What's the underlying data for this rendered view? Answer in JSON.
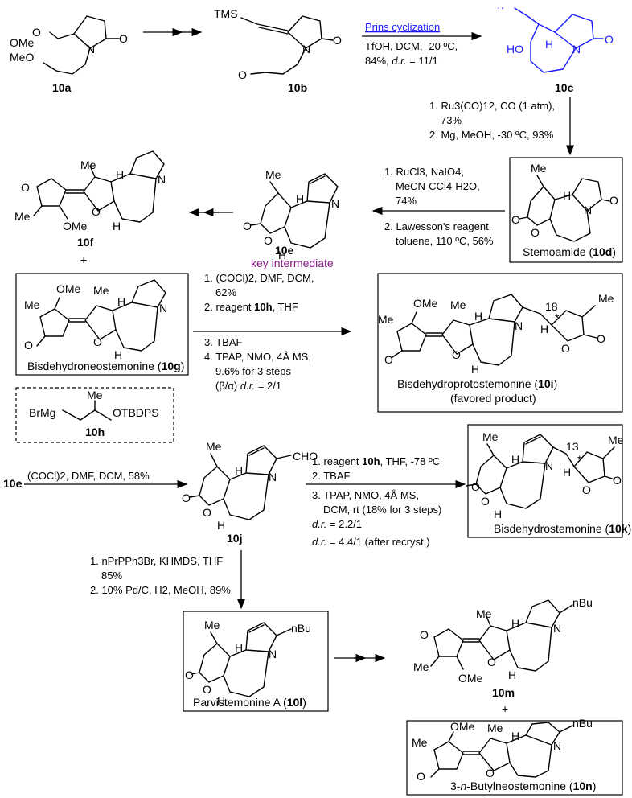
{
  "compounds": {
    "c10a": "10a",
    "c10b": "10b",
    "c10c": "10c",
    "c10d": "10d",
    "c10e": "10e",
    "c10e_note": "key intermediate",
    "c10f": "10f",
    "c10g": "10g",
    "c10h": "10h",
    "c10i": "10i",
    "c10j": "10j",
    "c10k": "10k",
    "c10l": "10l",
    "c10m": "10m",
    "c10n": "10n",
    "stemoamide": "Stemoamide",
    "bisdehydroneostemonine": "Bisdehydroneostemonine",
    "bisdehydroprotostemonine": "Bisdehydroprotostemonine",
    "favored": "(favored product)",
    "bisdehydrostemonine": "Bisdehydrostemonine",
    "parvistemonine": "Parvistemonine A",
    "butylneostemonine_pre": "3-",
    "butylneostemonine_n": "n",
    "butylneostemonine_post": "-Butylneostemonine"
  },
  "atoms": {
    "O": "O",
    "N": "N",
    "H": "H",
    "OMe": "OMe",
    "MeO": "MeO",
    "Me": "Me",
    "TMS": "TMS",
    "HO": "HO",
    "nBu": "nBu",
    "CHO": "CHO",
    "BrMg": "BrMg",
    "OTBDPS": "OTBDPS",
    "c18": "18",
    "c13": "13",
    "star": "*"
  },
  "steps": {
    "s1_title": "Prins cyclization",
    "s1_l1": "TfOH, DCM, -20 ºC,",
    "s1_l2a": "84%, ",
    "s1_l2b": "d.r.",
    "s1_l2c": " = 11/1",
    "s2_l1": "1. Ru3(CO)12, CO (1 atm),",
    "s2_l2": "73%",
    "s2_l3": "2. Mg, MeOH, -30 ºC, 93%",
    "s3_l1": "1. RuCl3, NaIO4,",
    "s3_l2": "MeCN-CCl4-H2O,",
    "s3_l3": "74%",
    "s3_l4": "2. Lawesson's reagent,",
    "s3_l5": "toluene, 110 ºC, 56%",
    "s4_l1": "1. (COCl)2, DMF, DCM,",
    "s4_l2": "62%",
    "s4_l3a": "2. reagent ",
    "s4_l3b": "10h",
    "s4_l3c": ", THF",
    "s4_l4": "3. TBAF",
    "s4_l5": "4. TPAP, NMO, 4Å MS,",
    "s4_l6": "9.6% for 3 steps",
    "s4_l7a": "(β/α) ",
    "s4_l7b": "d.r.",
    "s4_l7c": " = 2/1",
    "s5_l1": "(COCl)2, DMF, DCM, 58%",
    "s6_l1a": "1. reagent ",
    "s6_l1b": "10h",
    "s6_l1c": ", THF, -78 ºC",
    "s6_l2": "2. TBAF",
    "s6_l3": "3. TPAP, NMO, 4Å MS,",
    "s6_l4": "DCM, rt (18% for 3 steps)",
    "s6_l5a": "d.r.",
    "s6_l5b": " = 2.2/1",
    "s6_l6a": "d.r.",
    "s6_l6b": " = 4.4/1 (after recryst.)",
    "s7_l1": "1. nPrPPh3Br, KHMDS, THF",
    "s7_l2": "85%",
    "s7_l3": "2. 10% Pd/C, H2, MeOH, 89%",
    "plus": "+"
  },
  "colors": {
    "highlight": "#1a1aff"
  }
}
